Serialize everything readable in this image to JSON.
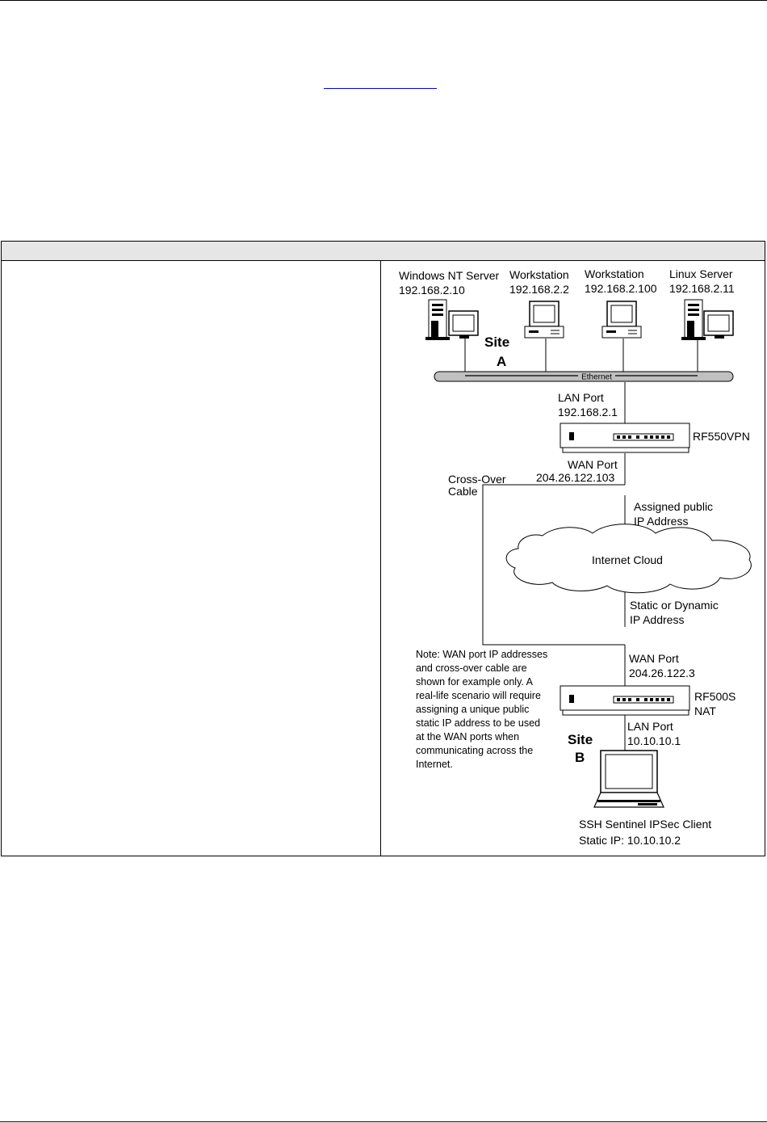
{
  "table": {
    "header": "",
    "left_cell": ""
  },
  "diagram": {
    "site_a": {
      "label_site": "Site",
      "label_letter": "A"
    },
    "site_b": {
      "label_site": "Site",
      "label_letter": "B"
    },
    "hosts": [
      {
        "name": "Windows NT Server",
        "ip": "192.168.2.10"
      },
      {
        "name": "Workstation",
        "ip": "192.168.2.2"
      },
      {
        "name": "Workstation",
        "ip": "192.168.2.100"
      },
      {
        "name": "Linux Server",
        "ip": "192.168.2.11"
      }
    ],
    "ethernet_label": "Ethernet",
    "rf550vpn": {
      "name": "RF550VPN",
      "lan_label": "LAN Port",
      "lan_ip": "192.168.2.1",
      "wan_label": "WAN Port",
      "wan_ip": "204.26.122.103"
    },
    "crossover": {
      "line1": "Cross-Over",
      "line2": "Cable"
    },
    "assigned": {
      "line1": "Assigned public",
      "line2": "IP Address"
    },
    "cloud_label": "Internet Cloud",
    "static_dynamic": {
      "line1": "Static or Dynamic",
      "line2": "IP Address"
    },
    "rf500s": {
      "name_line1": "RF500S",
      "name_line2": "NAT",
      "wan_label": "WAN Port",
      "wan_ip": "204.26.122.3",
      "lan_label": "LAN Port",
      "lan_ip": "10.10.10.1"
    },
    "note_lines": [
      "Note: WAN port IP addresses",
      "and cross-over cable are",
      "shown for example only.  A",
      "real-life scenario will require",
      "assigning a unique public",
      "static IP address to be used",
      "at the WAN ports when",
      "communicating across the",
      "Internet."
    ],
    "client": {
      "line1": "SSH Sentinel IPSec Client",
      "line2": "Static IP: 10.10.10.2"
    }
  }
}
